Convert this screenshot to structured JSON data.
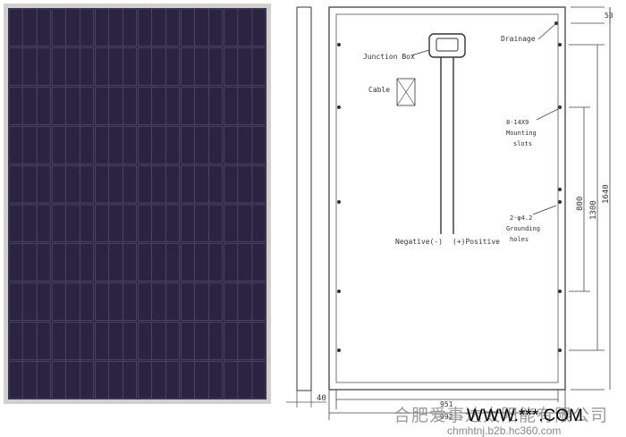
{
  "panel_photo": {
    "rows": 10,
    "cols": 6,
    "frame_color": "#c9c9c9",
    "cell_color": "#2a2440"
  },
  "drawing": {
    "labels": {
      "junction_box": "Junction Box",
      "cable": "Cable",
      "drainage": "Drainage",
      "mounting_slots_1": "8-14X9",
      "mounting_slots_2": "Mounting",
      "mounting_slots_3": "slots",
      "grounding_1": "2-φ4.2",
      "grounding_2": "Grounding",
      "grounding_3": "holes",
      "negative": "Negative(-)",
      "positive": "(+)Positive"
    },
    "dimensions": {
      "top_offset": "50",
      "slot_spacing_inner": "800",
      "slot_spacing_outer": "1300",
      "height": "1640",
      "inner_width": "951",
      "width": "992",
      "depth": "40"
    }
  },
  "watermark": {
    "company": "合肥爱事达太阳能有限公司",
    "site": "WWW.***.COM",
    "url": "chmhtnj.b2b.hc360.com"
  }
}
